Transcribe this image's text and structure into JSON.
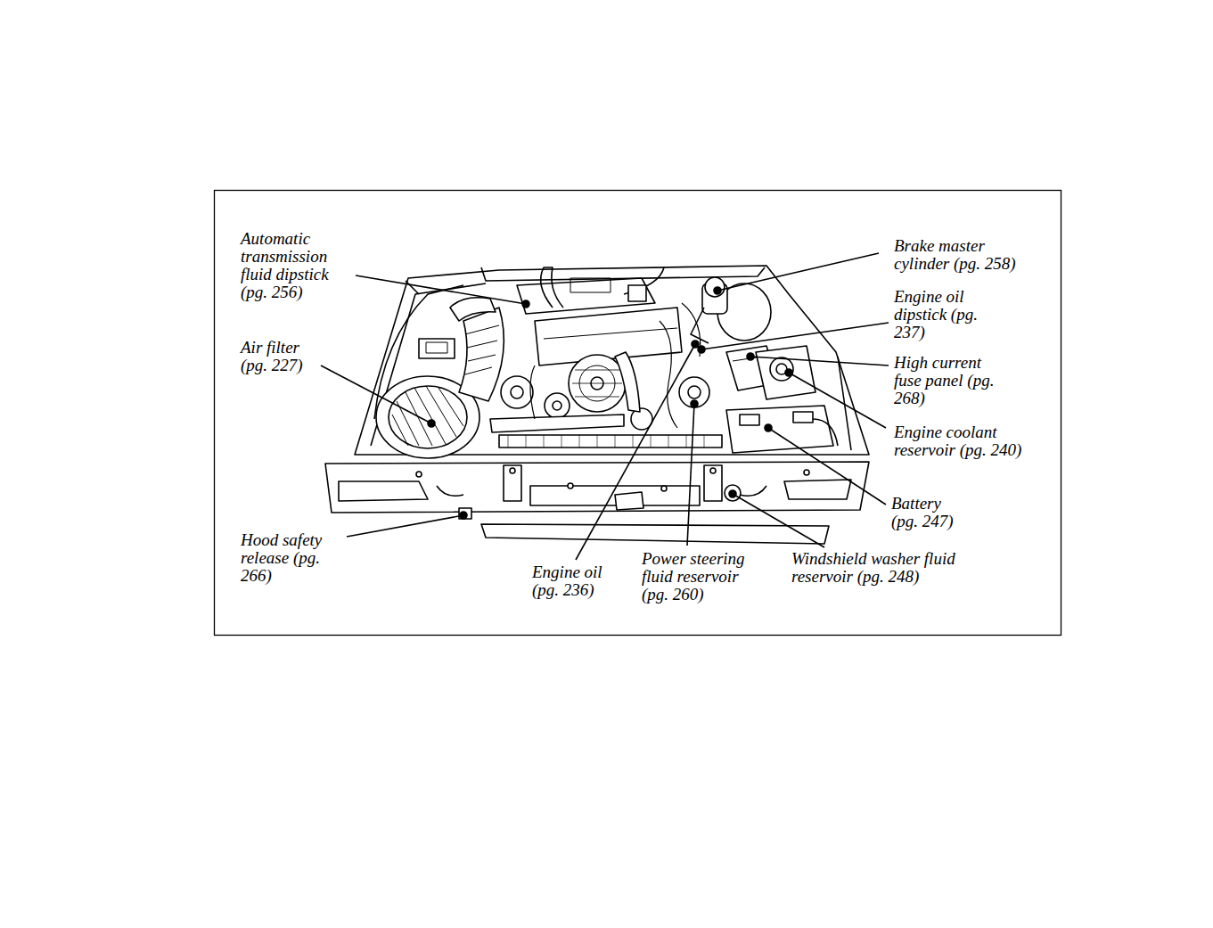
{
  "diagram": {
    "labels": [
      "Automatic transmission fluid dipstick (pg. 256)",
      "Air filter (pg. 227)",
      "Hood safety release (pg. 266)",
      "Engine oil (pg. 236)",
      "Power steering fluid reservoir (pg. 260)",
      "Windshield washer fluid reservoir (pg. 248)",
      "Brake master cylinder (pg. 258)",
      "Engine oil dipstick (pg. 237)",
      "High current fuse panel (pg. 268)",
      "Engine coolant reservoir (pg. 240)",
      "Battery (pg. 247)"
    ]
  }
}
